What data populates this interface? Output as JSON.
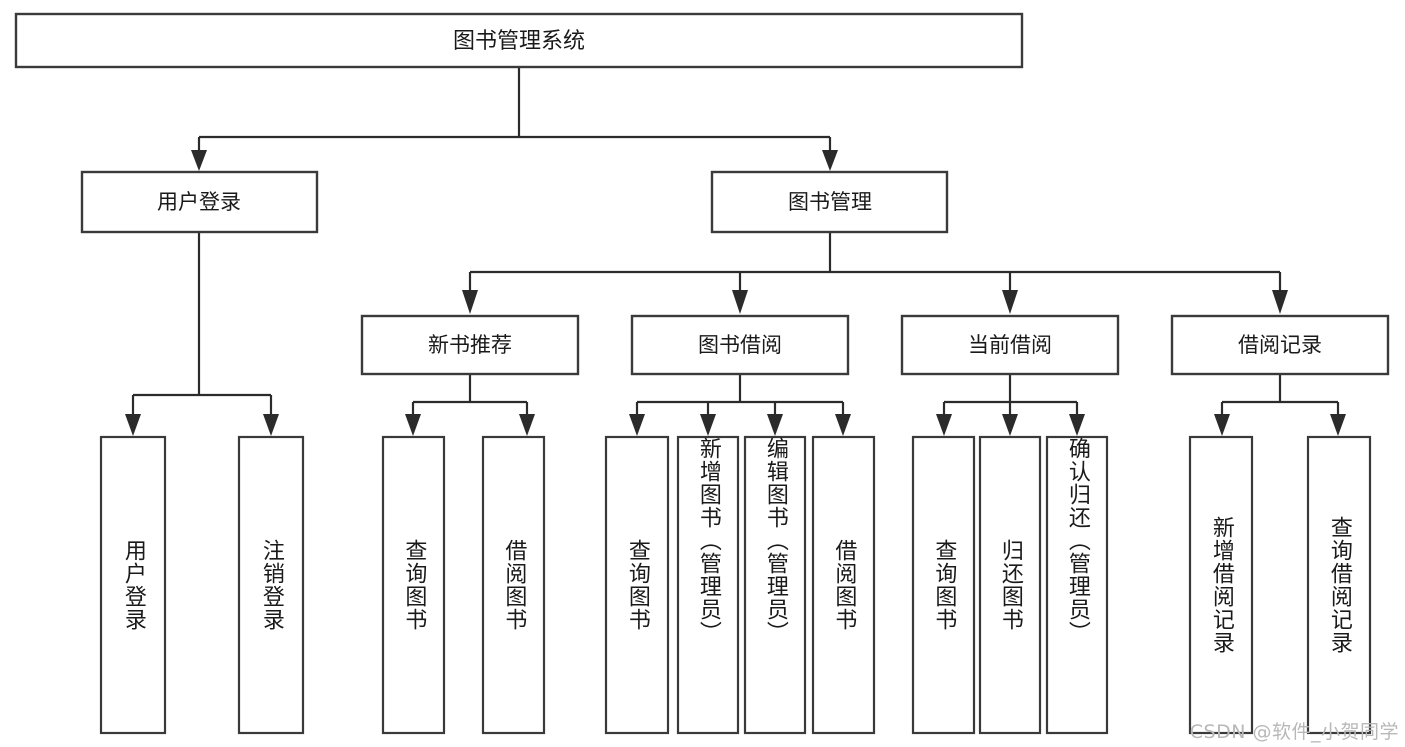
{
  "diagram": {
    "title": "图书管理系统",
    "type": "hierarchy-tree",
    "orientation": "top-down",
    "colors": {
      "box_stroke": "#3a3a3a",
      "connector": "#2b2b2b",
      "background": "#ffffff",
      "text": "#1a1a1a",
      "watermark": "#b8b8b8"
    },
    "root": {
      "id": "root",
      "label": "图书管理系统"
    },
    "level1": [
      {
        "id": "user-login",
        "label": "用户登录"
      },
      {
        "id": "book-manage",
        "label": "图书管理"
      }
    ],
    "level2": [
      {
        "id": "new-book-recommend",
        "label": "新书推荐",
        "parent": "book-manage"
      },
      {
        "id": "book-borrow",
        "label": "图书借阅",
        "parent": "book-manage"
      },
      {
        "id": "current-borrow",
        "label": "当前借阅",
        "parent": "book-manage"
      },
      {
        "id": "borrow-record",
        "label": "借阅记录",
        "parent": "book-manage"
      }
    ],
    "leaves": {
      "user_login": [
        {
          "id": "leaf-user-login",
          "label": "用户登录"
        },
        {
          "id": "leaf-logout-login",
          "label": "注销登录"
        }
      ],
      "new_book_recommend": [
        {
          "id": "leaf-query-book-1",
          "label": "查询图书"
        },
        {
          "id": "leaf-borrow-book-1",
          "label": "借阅图书"
        }
      ],
      "book_borrow": [
        {
          "id": "leaf-query-book-2",
          "label": "查询图书"
        },
        {
          "id": "leaf-add-book",
          "label": "新增图书（管理员）"
        },
        {
          "id": "leaf-edit-book",
          "label": "编辑图书（管理员）"
        },
        {
          "id": "leaf-borrow-book-2",
          "label": "借阅图书"
        }
      ],
      "current_borrow": [
        {
          "id": "leaf-query-book-3",
          "label": "查询图书"
        },
        {
          "id": "leaf-return-book",
          "label": "归还图书"
        },
        {
          "id": "leaf-confirm-return",
          "label": "确认归还（管理员）"
        }
      ],
      "borrow_record": [
        {
          "id": "leaf-add-record",
          "label": "新增借阅记录"
        },
        {
          "id": "leaf-query-record",
          "label": "查询借阅记录"
        }
      ]
    }
  },
  "watermark": {
    "text": "CSDN @软件_小贺同学"
  }
}
